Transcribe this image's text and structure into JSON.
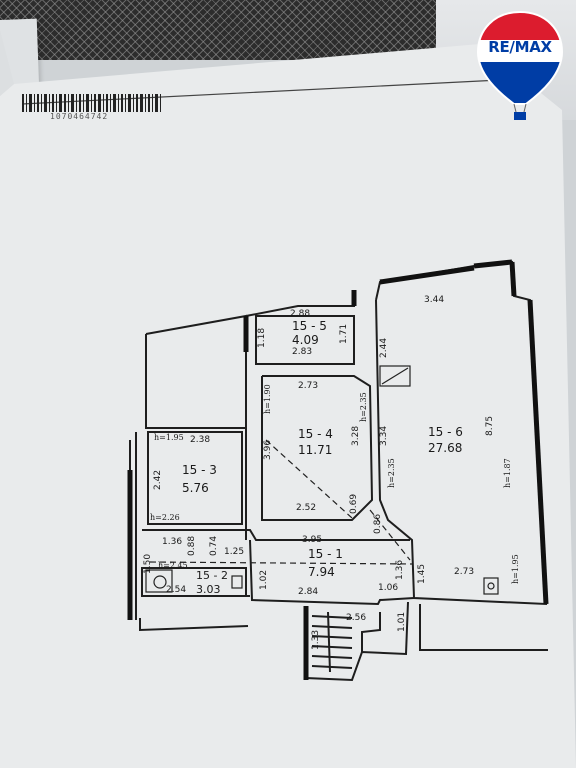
{
  "document": {
    "barcode_number": "1070464742"
  },
  "brand": {
    "logo_text": "RE/MAX",
    "colors": {
      "red": "#dc1c2e",
      "blue": "#003da5",
      "white": "#ffffff"
    }
  },
  "rooms": [
    {
      "id": "15 - 1",
      "area": "7.94"
    },
    {
      "id": "15 - 2",
      "area": "3.03"
    },
    {
      "id": "15 - 3",
      "area": "5.76"
    },
    {
      "id": "15 - 4",
      "area": "11.71"
    },
    {
      "id": "15 - 5",
      "area": "4.09"
    },
    {
      "id": "15 - 6",
      "area": "27.68"
    }
  ],
  "dimensions": {
    "d_288": "2.88",
    "d_283": "2.83",
    "d_118": "1.18",
    "d_171": "1.71",
    "d_344": "3.44",
    "d_244": "2.44",
    "d_273_top": "2.73",
    "d_396": "3.96",
    "d_328": "3.28",
    "d_334": "3.34",
    "d_875": "8.75",
    "d_238": "2.38",
    "d_242": "2.42",
    "d_252": "2.52",
    "d_069": "0.69",
    "d_086": "0.86",
    "d_136": "1.36",
    "d_088": "0.88",
    "d_074": "0.74",
    "d_395": "3.95",
    "d_125": "1.25",
    "d_136b": "1.36",
    "d_145": "1.45",
    "d_273_bottom": "2.73",
    "d_102": "1.02",
    "d_284": "2.84",
    "d_106": "1.06",
    "d_150": "1.50",
    "d_254": "2.54",
    "d_256": "2.56",
    "d_133": "1.33",
    "d_101": "1.01"
  },
  "heights": {
    "h_190": "h=1.90",
    "h_235_top": "h=2.35",
    "h_235_mid": "h=2.35",
    "h_195_room3": "h=1.95",
    "h_226": "h=2.26",
    "h_245": "h=2.45",
    "h_187": "h=1.87",
    "h_195_room6": "h=1.95"
  }
}
